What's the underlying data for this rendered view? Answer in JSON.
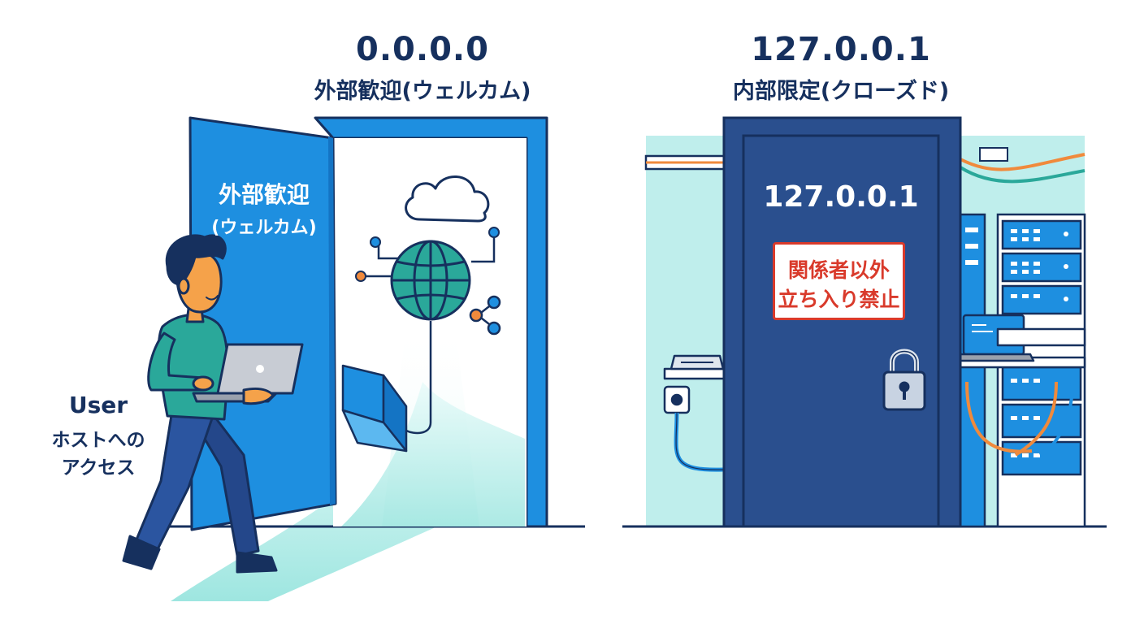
{
  "left": {
    "ip": "0.0.0.0",
    "subtitle": "外部歓迎(ウェルカム)",
    "door_line1": "外部歓迎",
    "door_line2": "(ウェルカム)"
  },
  "right": {
    "ip": "127.0.0.1",
    "subtitle": "内部限定(クローズド)",
    "door_ip": "127.0.0.1",
    "sign_line1": "関係者以外",
    "sign_line2": "立ち入り禁止"
  },
  "user": {
    "label": "User",
    "line1": "ホストへの",
    "line2": "アクセス"
  },
  "colors": {
    "navy": "#16305e",
    "door_blue": "#1e8fe0",
    "closed_door": "#2a4f8e",
    "teal": "#2aa89a",
    "mint": "#bfeeec",
    "warning_red": "#d93a2b"
  }
}
